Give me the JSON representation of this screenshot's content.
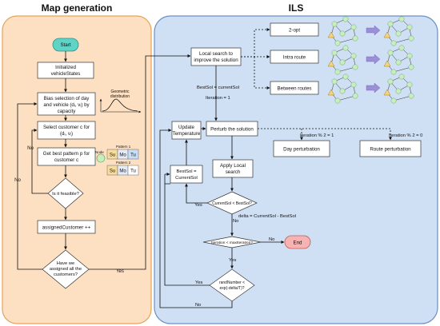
{
  "panels": {
    "map": {
      "title": "Map generation",
      "fill": "#fde0c2",
      "stroke": "#e8a25a"
    },
    "ils": {
      "title": "ILS",
      "fill": "#cfe0f5",
      "stroke": "#6b8fc4"
    }
  },
  "map": {
    "start": "Start",
    "init": [
      "Initialized",
      "vehicleStates"
    ],
    "bias": [
      "Bias selection of day",
      "and vehicle (dᵢ, vᵢ) by",
      "capacity"
    ],
    "geo_label": [
      "Geometric",
      "distribution"
    ],
    "select": [
      "Select customer c for",
      "(dᵢ, vᵢ)"
    ],
    "node_label": "Node",
    "pattern1_label": "Pattern 1",
    "pattern2_label": "Pattern 2",
    "pattern_days": [
      "Su",
      "Mo",
      "Tu"
    ],
    "best": [
      "Get best pattern p for",
      "customer c"
    ],
    "feasible": "Is it feasible?",
    "assigned": "assignedCustomer ++",
    "all_assigned": [
      "Have we",
      "assigned all the",
      "customers?"
    ],
    "no1": "No",
    "no2": "No",
    "yes1": "Yes"
  },
  "ils": {
    "local_search": [
      "Local search to",
      "improve the solution"
    ],
    "two_opt": "2-opt",
    "intra": "Intra route",
    "between": "Between routes",
    "bestsol_assign": "BestSol = currentSol",
    "iter1": "Iteration = 1",
    "update_temp": [
      "Update",
      "Temperature"
    ],
    "perturb": "Perturb the solution",
    "iter_mod1": "Iteration % 2 = 1",
    "iter_mod0": "Iteration % 2 = 0",
    "day_perturb": "Day perturbation",
    "route_perturb": "Route perturbation",
    "bestsol_box": [
      "BestSol =",
      "CurrentSol"
    ],
    "apply_local": [
      "Apply Local",
      "search"
    ],
    "cur_best": "CurrentSol < BestSol?",
    "yes_cur": "Yes",
    "no_cur": "No",
    "delta": "delta = CurrentSol - BestSol",
    "iter_max": "Iteration < maxIteration?",
    "no_iter": "No",
    "end": "End",
    "yes_iter": "Yes",
    "rand": [
      "randNumber <",
      "exp(-delta/T)?"
    ],
    "yes_rand": "Yes",
    "no_rand": "No"
  }
}
